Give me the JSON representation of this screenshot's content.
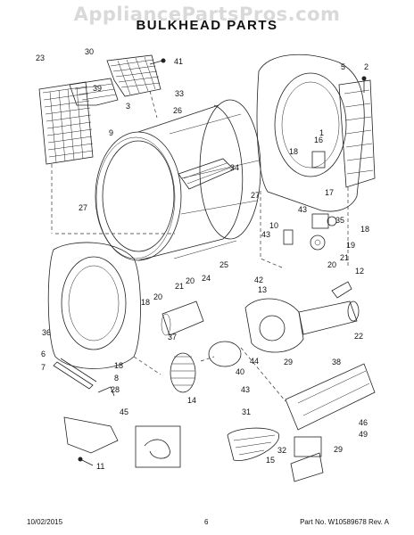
{
  "watermark": "AppliancePartsPros.com",
  "title": "BULKHEAD PARTS",
  "footer": {
    "date": "10/02/2015",
    "page": "6",
    "part_number": "Part No. W10589678 Rev. A"
  },
  "callouts": [
    "30",
    "41",
    "23",
    "39",
    "3",
    "33",
    "5",
    "2",
    "26",
    "9",
    "16",
    "1",
    "18",
    "34",
    "27",
    "17",
    "27",
    "43",
    "35",
    "10",
    "43",
    "19",
    "18",
    "21",
    "20",
    "25",
    "42",
    "13",
    "12",
    "24",
    "20",
    "18",
    "20",
    "21",
    "36",
    "22",
    "37",
    "6",
    "18",
    "7",
    "8",
    "44",
    "40",
    "29",
    "38",
    "28",
    "43",
    "45",
    "14",
    "46",
    "31",
    "49",
    "32",
    "15",
    "29",
    "11"
  ]
}
